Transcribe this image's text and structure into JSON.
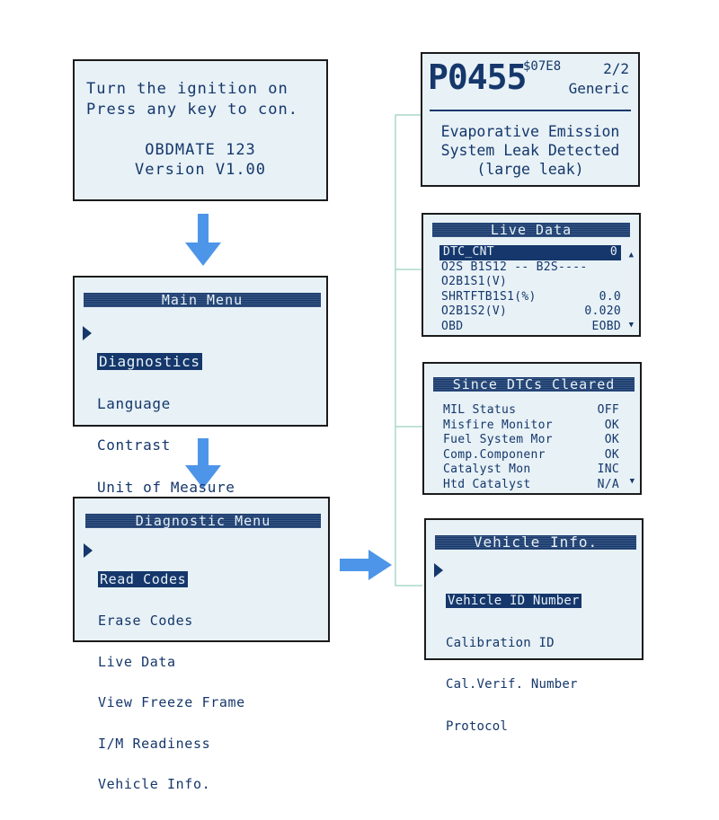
{
  "colors": {
    "lcd_bg": "#e7f1f6",
    "lcd_text": "#15376b",
    "arrow": "#4d95e8",
    "connector": "#a9d9c9"
  },
  "startup": {
    "line1": "Turn the ignition on",
    "line2": "Press any key to con.",
    "device": "OBDMATE 123",
    "version": "Version V1.00"
  },
  "main_menu": {
    "title": "Main Menu",
    "items": [
      "Diagnostics",
      "Language",
      "Contrast",
      "Unit of Measure"
    ]
  },
  "diagnostic_menu": {
    "title": "Diagnostic Menu",
    "items": [
      "Read Codes",
      "Erase Codes",
      "Live Data",
      "View Freeze Frame",
      "I/M Readiness",
      "Vehicle Info."
    ]
  },
  "dtc": {
    "code": "P0455",
    "ecu": "$07E8",
    "page": "2/2",
    "type": "Generic",
    "desc1": "Evaporative Emission",
    "desc2": "System Leak Detected",
    "desc3": "(large leak)"
  },
  "live_data": {
    "title": "Live Data",
    "rows": [
      {
        "label": "DTC_CNT",
        "value": "0"
      },
      {
        "label": "O2S  B1S12 -- B2S----",
        "value": ""
      },
      {
        "label": "O2B1S1(V)",
        "value": ""
      },
      {
        "label": "SHRTFTB1S1(%)",
        "value": "0.0"
      },
      {
        "label": "O2B1S2(V)",
        "value": "0.020"
      },
      {
        "label": "OBD",
        "value": "EOBD"
      }
    ],
    "up_arrow": "▲",
    "down_arrow": "▼"
  },
  "since_cleared": {
    "title": "Since DTCs Cleared",
    "rows": [
      {
        "label": "MIL Status",
        "value": "OFF"
      },
      {
        "label": "Misfire Monitor",
        "value": "OK"
      },
      {
        "label": "Fuel System Mor",
        "value": "OK"
      },
      {
        "label": "Comp.Componenr",
        "value": "OK"
      },
      {
        "label": "Catalyst Mon",
        "value": "INC"
      },
      {
        "label": "Htd Catalyst",
        "value": "N/A"
      }
    ],
    "down_arrow": "▼"
  },
  "vehicle_info": {
    "title": "Vehicle Info.",
    "items": [
      "Vehicle ID Number",
      "Calibration ID",
      "Cal.Verif. Number",
      "Protocol"
    ]
  }
}
